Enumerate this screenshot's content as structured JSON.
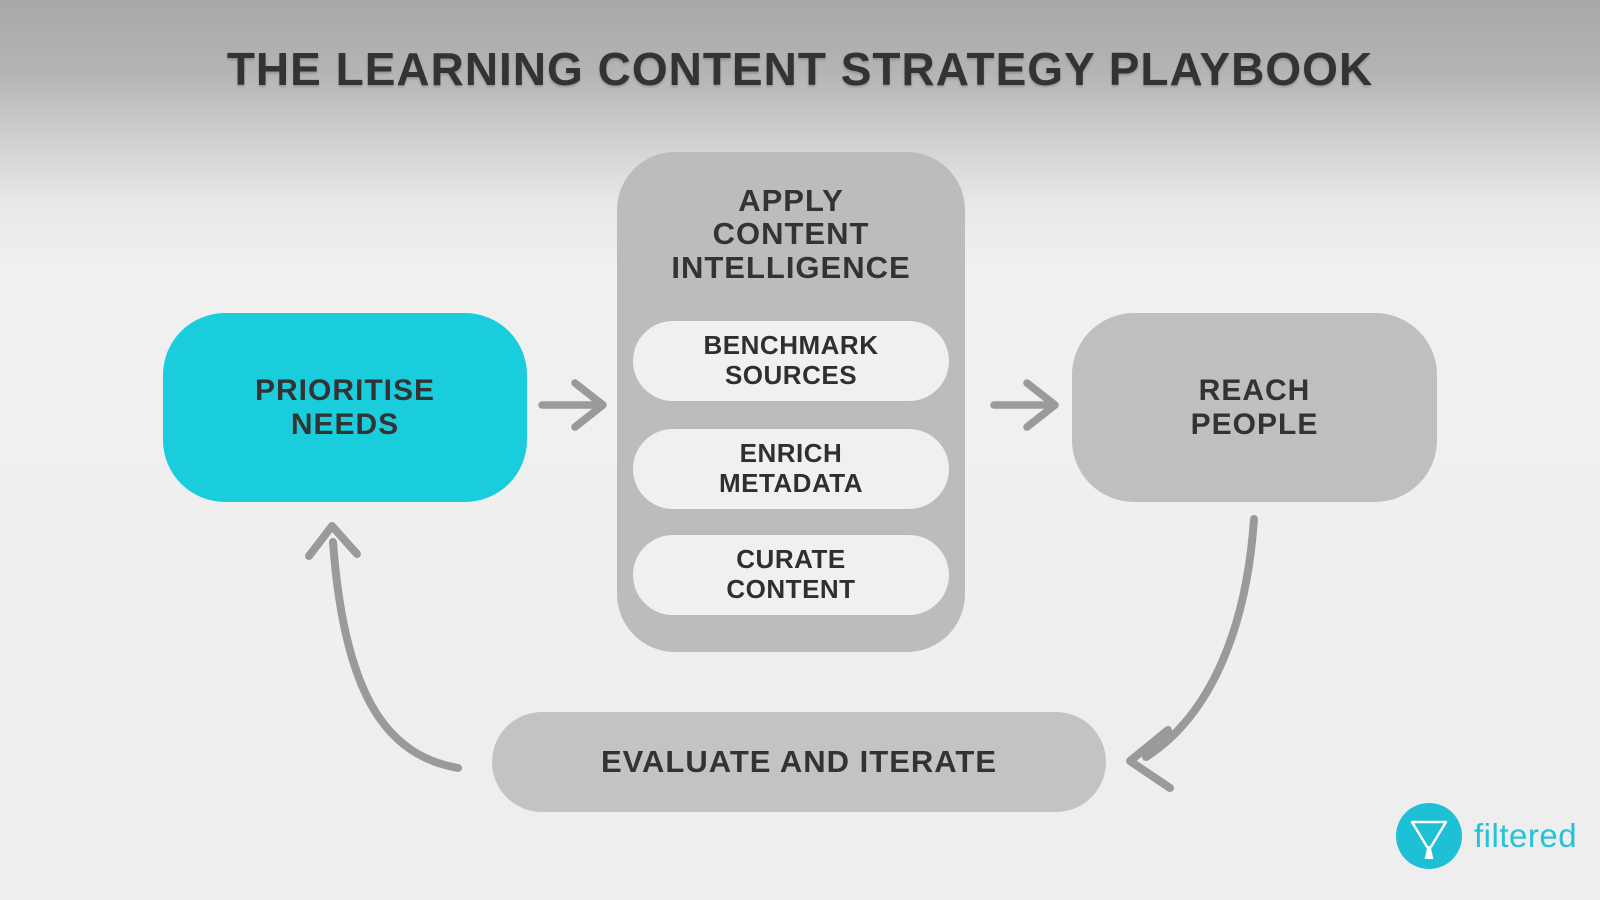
{
  "title": "THE LEARNING CONTENT STRATEGY PLAYBOOK",
  "flow": {
    "prioritise": {
      "label": "PRIORITISE\nNEEDS"
    },
    "apply": {
      "label": "APPLY\nCONTENT\nINTELLIGENCE",
      "steps": [
        {
          "label": "BENCHMARK\nSOURCES"
        },
        {
          "label": "ENRICH\nMETADATA"
        },
        {
          "label": "CURATE\nCONTENT"
        }
      ]
    },
    "reach": {
      "label": "REACH\nPEOPLE"
    },
    "evaluate": {
      "label": "EVALUATE AND ITERATE"
    }
  },
  "icons": {
    "arrow_left_to_center": "right-arrow-icon",
    "arrow_center_to_right": "right-arrow-icon",
    "arrow_reach_to_evaluate": "curved-arrow-down-left-icon",
    "arrow_evaluate_to_prioritise": "curved-arrow-up-icon",
    "logo_icon": "funnel-icon"
  },
  "colors": {
    "accent_teal": "#19cddd",
    "logo_teal": "#25c3d6",
    "container_gray": "#bcbcbc",
    "node_gray": "#bfbfbf",
    "pill_light": "#f0f0f0",
    "arrow_gray": "#9a9a9a",
    "text_dark": "#333333"
  },
  "logo": {
    "wordmark": "filtered"
  }
}
